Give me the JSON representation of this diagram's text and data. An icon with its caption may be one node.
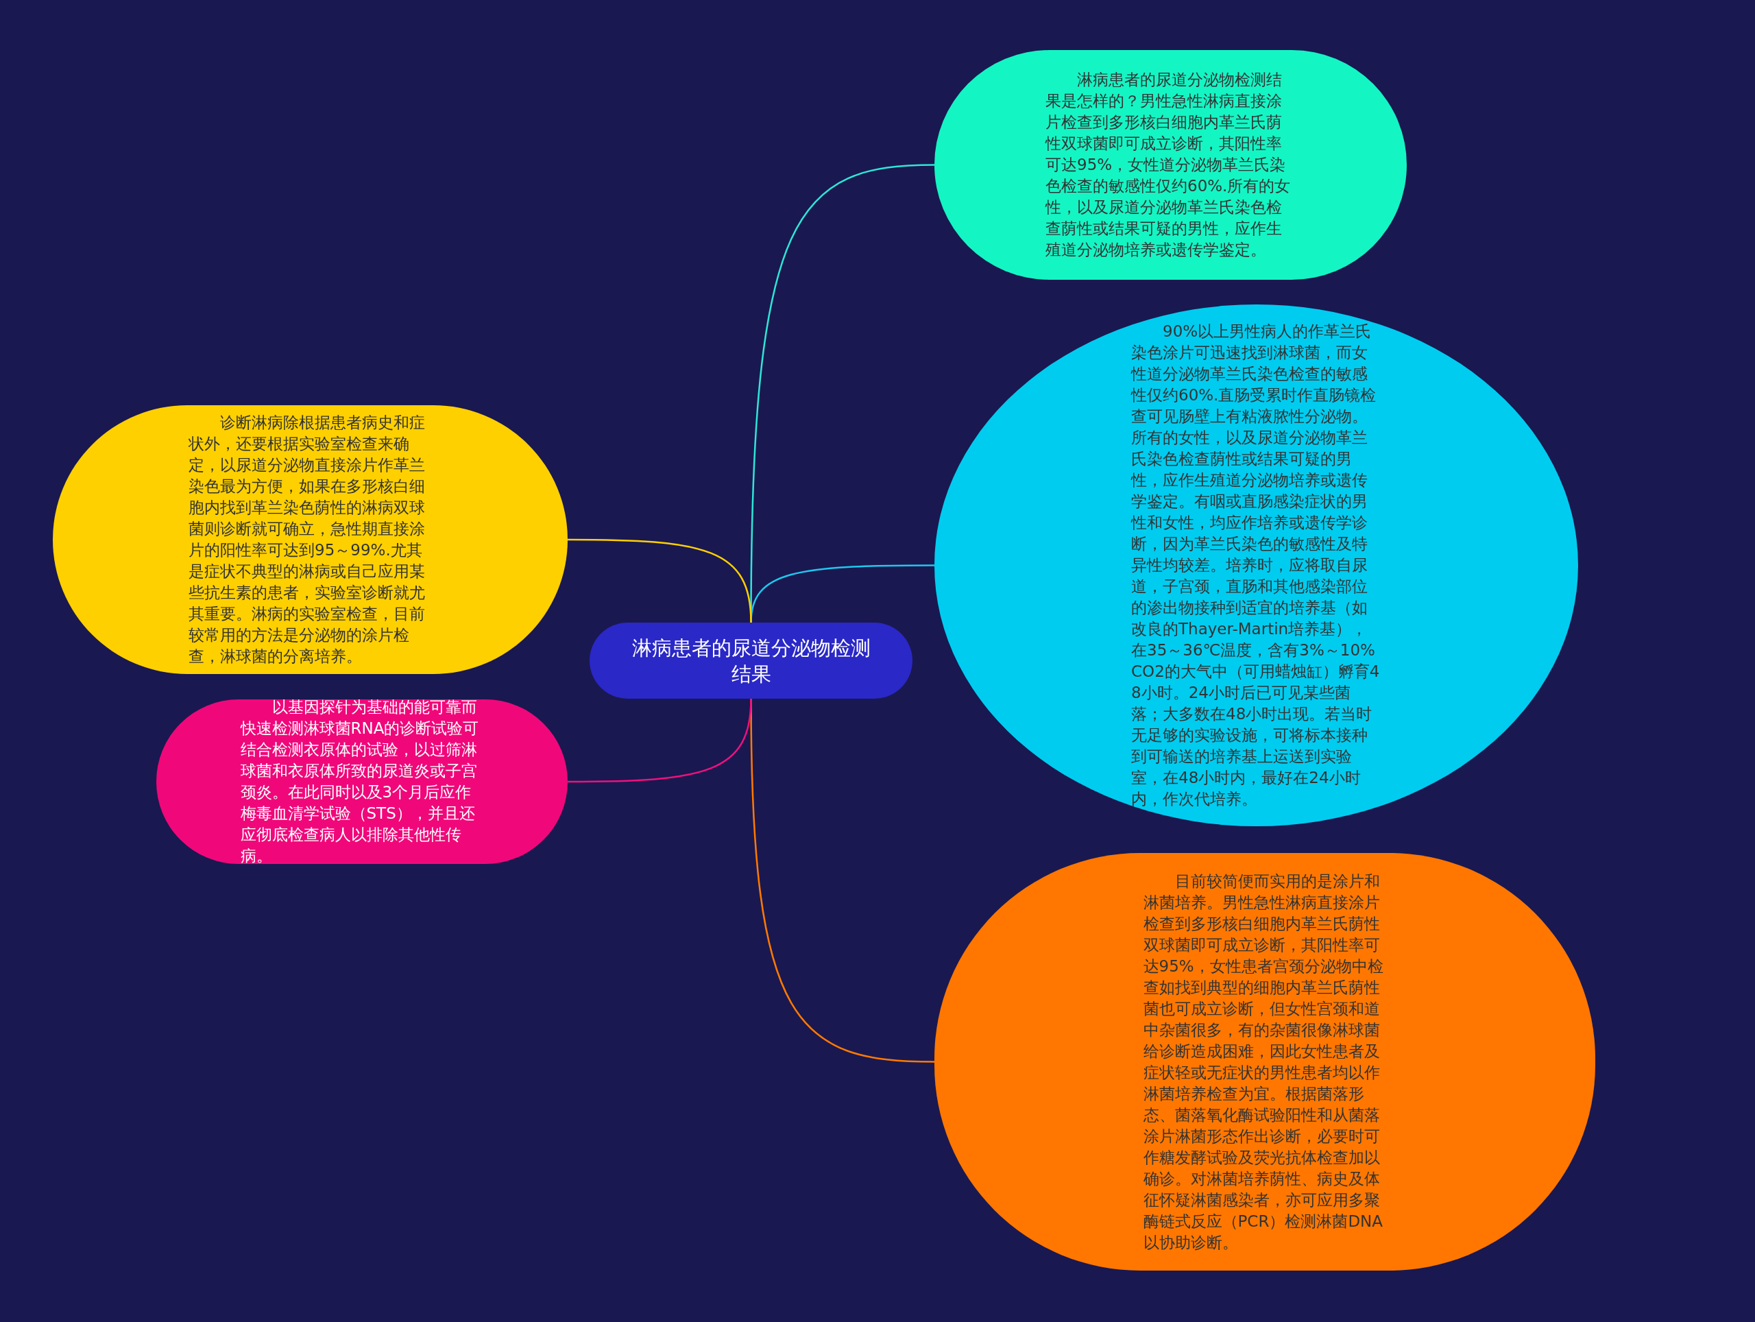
{
  "diagram": {
    "nodes": [
      {
        "text": [
          "淋病患者的尿道分泌物检测结果"
        ]
      },
      {
        "text": [
          "淋病患者的尿道分泌物检测结果是怎样的？男性急性淋病直接涂片检查到多形核白细胞内革兰氏荫性双球菌即可成立诊断，其阳性率可达95%，女性道分泌物革兰氏染色检查的敏感性仅约60%.所有的女性，以及尿道分泌物革兰氏染色检查荫性或结果可疑的男性，应作生殖道分泌物培养或遗传学鉴定。"
        ]
      },
      {
        "text": [
          "90%以上男性病人的作革兰氏染色涂片可迅速找到淋球菌，而女性道分泌物革兰氏染色检查的敏感性仅约60%.直肠受累时作直肠镜检查可见肠壁上有粘液脓性分泌物。所有的女性，以及尿道分泌物革兰氏染色检查荫性或结果可疑的男性，应作生殖道分泌物培养或遗传学鉴定。有咽或直肠感染症状的男性和女性，均应作培养或遗传学诊断，因为革兰氏染色的敏感性及特异性均较差。培养时，应将取自尿道，子宫颈，直肠和其他感染部位的渗出物接种到适宜的培养基（如改良的Thayer-Martin培养基），在35～36℃温度，含有3%～10%CO2的大气中（可用蜡烛缸）孵育48小时。24小时后已可见某些菌落；大多数在48小时出现。若当时无足够的实验设施，可将标本接种到可输送的培养基上运送到实验室，在48小时内，最好在24小时内，作次代培养。"
        ]
      },
      {
        "text": [
          "目前较简便而实用的是涂片和淋菌培养。男性急性淋病直接涂片检查到多形核白细胞内革兰氏荫性双球菌即可成立诊断，其阳性率可达95%，女性患者宫颈分泌物中检查如找到典型的细胞内革兰氏荫性菌也可成立诊断，但女性宫颈和道中杂菌很多，有的杂菌很像淋球菌给诊断造成困难，因此女性患者及症状轻或无症状的男性患者均以作淋菌培养检查为宜。根据菌落形态、菌落氧化酶试验阳性和从菌落涂片淋菌形态作出诊断，必要时可作糖发酵试验及荧光抗体检查加以确诊。对淋菌培养荫性、病史及体征怀疑淋菌感染者，亦可应用多聚酶链式反应（PCR）检测淋菌DNA以协助诊断。"
        ]
      },
      {
        "text": [
          "诊断淋病除根据患者病史和症状外，还要根据实验室检查来确定，以尿道分泌物直接涂片作革兰染色最为方便，如果在多形核白细胞内找到革兰染色荫性的淋病双球菌则诊断就可确立，急性期直接涂片的阳性率可达到95～99%.尤其是症状不典型的淋病或自己应用某些抗生素的患者，实验室诊断就尤其重要。淋病的实验室检查，目前较常用的方法是分泌物的涂片检查，淋球菌的分离培养。"
        ]
      },
      {
        "text": [
          "以基因探针为基础的能可靠而快速检测淋球菌RNA的诊断试验可结合检测衣原体的试验，以过筛淋球菌和衣原体所致的尿道炎或子宫颈炎。在此同时以及3个月后应作梅毒血清学试验（STS），并且还应彻底检查病人以排除其他性传病。"
        ]
      }
    ],
    "edges": [
      {
        "from": 0,
        "to": 1,
        "arrow": "none",
        "color": "#2ee6d6"
      },
      {
        "from": 0,
        "to": 2,
        "arrow": "none",
        "color": "#1ec8ef"
      },
      {
        "from": 0,
        "to": 3,
        "arrow": "none",
        "color": "#ff7a00"
      },
      {
        "from": 0,
        "to": 4,
        "arrow": "none",
        "color": "#ffd000"
      },
      {
        "from": 0,
        "to": 5,
        "arrow": "none",
        "color": "#f0107e"
      }
    ]
  }
}
